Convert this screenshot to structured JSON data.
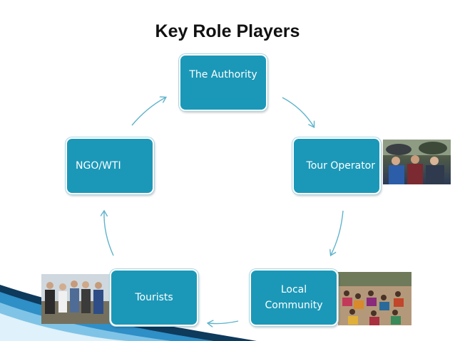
{
  "slide": {
    "title": "Key Role Players"
  },
  "nodes": [
    {
      "id": "authority",
      "label": "The Authority"
    },
    {
      "id": "tour-operator",
      "label": "Tour Operator"
    },
    {
      "id": "local-community",
      "label": "Local\nCommunity"
    },
    {
      "id": "tourists",
      "label": "Tourists"
    },
    {
      "id": "ngo",
      "label": "NGO/WTI"
    }
  ],
  "colors": {
    "node_fill": "#1b98b8",
    "arrow": "#5fb3cc",
    "accent_dark": "#0e3a5c",
    "accent_light": "#2f8fc7"
  },
  "photos": [
    {
      "attached_to": "tour-operator",
      "subject": "group of tourists with umbrellas"
    },
    {
      "attached_to": "local-community",
      "subject": "villagers seated on ground"
    },
    {
      "attached_to": "tourists",
      "subject": "group of hikers"
    }
  ]
}
